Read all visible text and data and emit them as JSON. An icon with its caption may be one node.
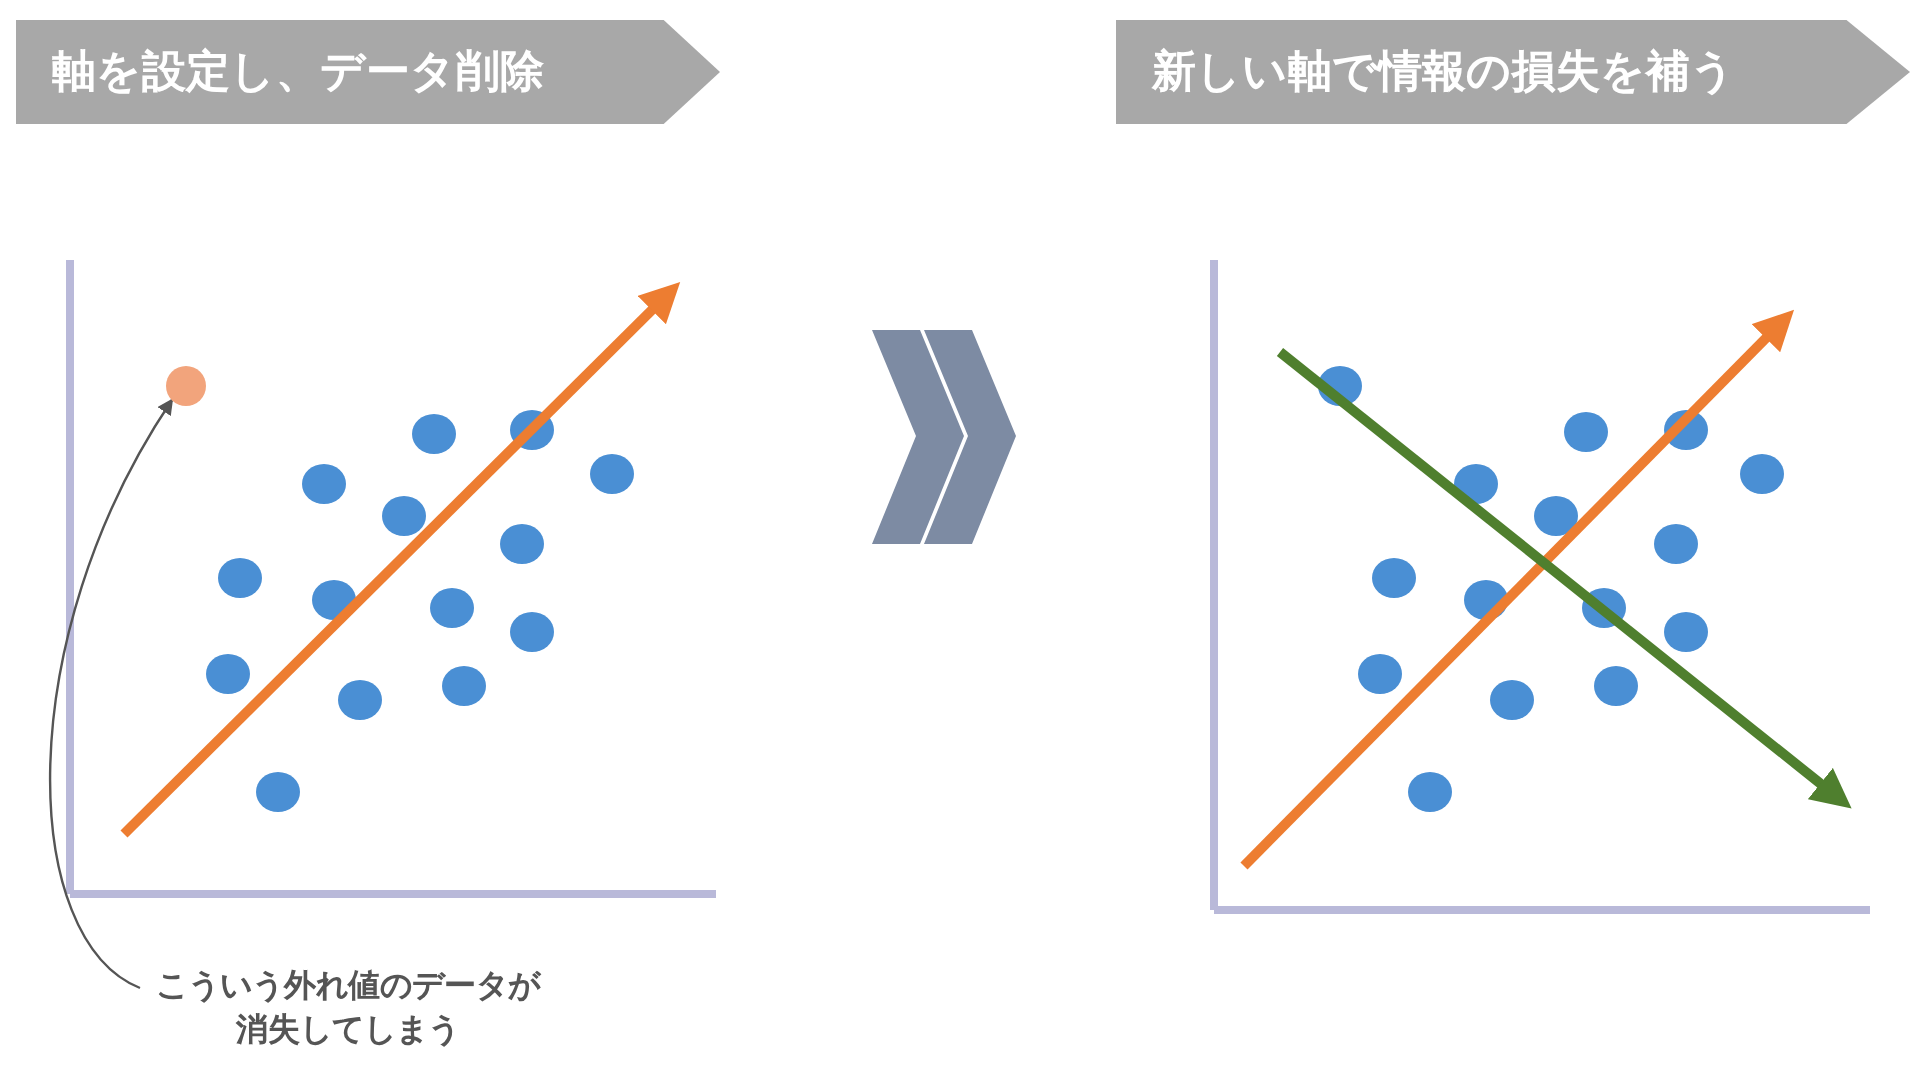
{
  "diagram": {
    "nodes": [
      {
        "text": [
          "軸を設定し、データ削除"
        ]
      },
      {
        "text": [
          "新しい軸で情報の損失を補う"
        ]
      },
      {
        "text": [],
        "shape": "circle"
      },
      {
        "text": [
          "こういう外れ値のデータが消失してしまう"
        ]
      }
    ],
    "edges": [
      {
        "from": 3,
        "to": 2,
        "arrow": "to"
      }
    ]
  }
}
